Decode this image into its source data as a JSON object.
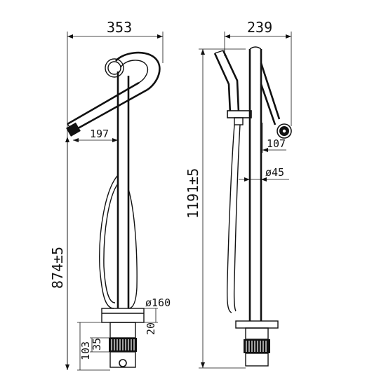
{
  "left_view": {
    "overall_width": "353",
    "overall_height": "874±5",
    "spout_projection": "197",
    "base_diameter": "ø160",
    "base_thickness": "20",
    "dim_35": "35",
    "dim_103": "103"
  },
  "right_view": {
    "overall_width": "239",
    "overall_height": "1191±5",
    "spout_drop": "107",
    "pipe_diameter": "ø45"
  }
}
